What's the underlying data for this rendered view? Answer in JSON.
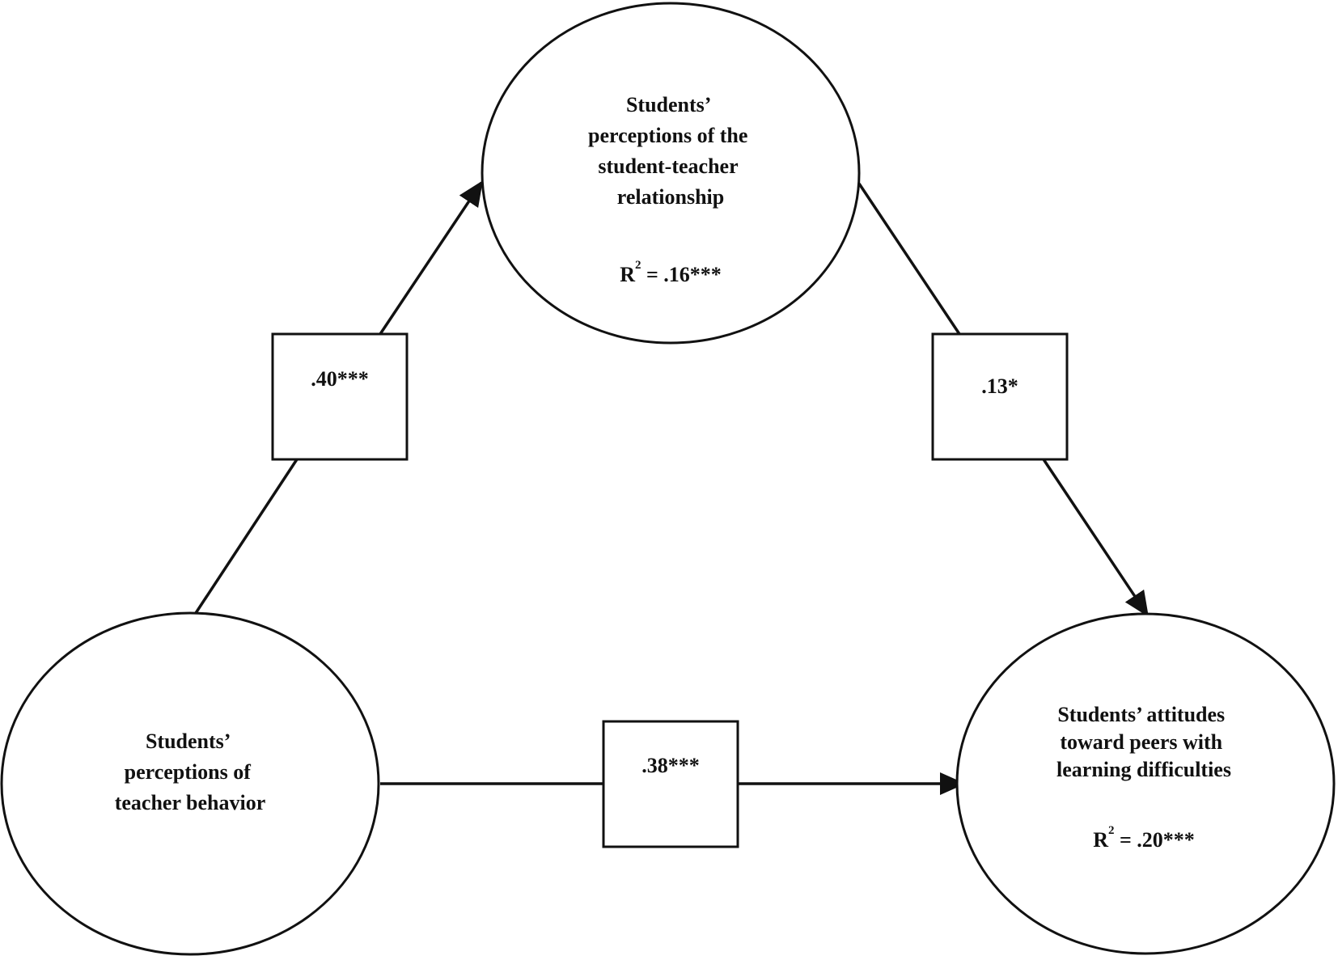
{
  "nodes": {
    "mediator": {
      "lines": [
        "Students’",
        "perceptions of the",
        "student-teacher",
        "relationship"
      ],
      "r2_prefix": "R",
      "r2_sup": "2",
      "r2_value": " = .16***"
    },
    "predictor": {
      "lines": [
        "Students’",
        "perceptions of",
        "teacher behavior"
      ]
    },
    "outcome": {
      "lines": [
        "Students’ attitudes",
        "toward peers with",
        "learning difficulties"
      ],
      "r2_prefix": "R",
      "r2_sup": "2",
      "r2_value": " = .20***"
    }
  },
  "paths": {
    "predictor_to_mediator": ".40***",
    "mediator_to_outcome": ".13*",
    "predictor_to_outcome": ".38***"
  },
  "colors": {
    "stroke": "#111111",
    "background": "#ffffff"
  }
}
